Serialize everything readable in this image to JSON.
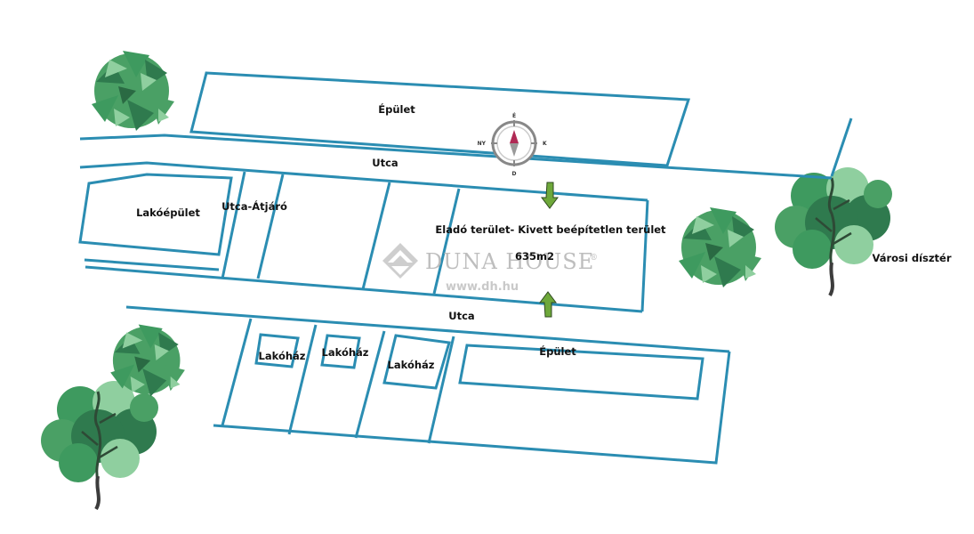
{
  "labels": {
    "building_top": "Épület",
    "street_top": "Utca",
    "residential_building": "Lakóépület",
    "street_passage": "Utca-Átjáró",
    "plot_for_sale": "Eladó terület- Kivett beépítetlen terület",
    "plot_area": "635m2",
    "street_bottom": "Utca",
    "house_1": "Lakóház",
    "house_2": "Lakóház",
    "house_3": "Lakóház",
    "building_bottom": "Épület",
    "city_park": "Városi dísztér"
  },
  "compass": {
    "north": "É",
    "south": "D",
    "east": "K",
    "west": "NY"
  },
  "watermark": {
    "brand": "DUNA HOUSE",
    "registered": "®",
    "url": "www.dh.hu"
  },
  "colors": {
    "line": "#2b8db2",
    "tree_dark": "#2f7a4e",
    "tree_mid": "#3e9a5f",
    "tree_light": "#8fcf9f",
    "tree_trunk": "#3c3c3c",
    "arrow": "#6ea83a",
    "compass_needle": "#b02a55"
  }
}
